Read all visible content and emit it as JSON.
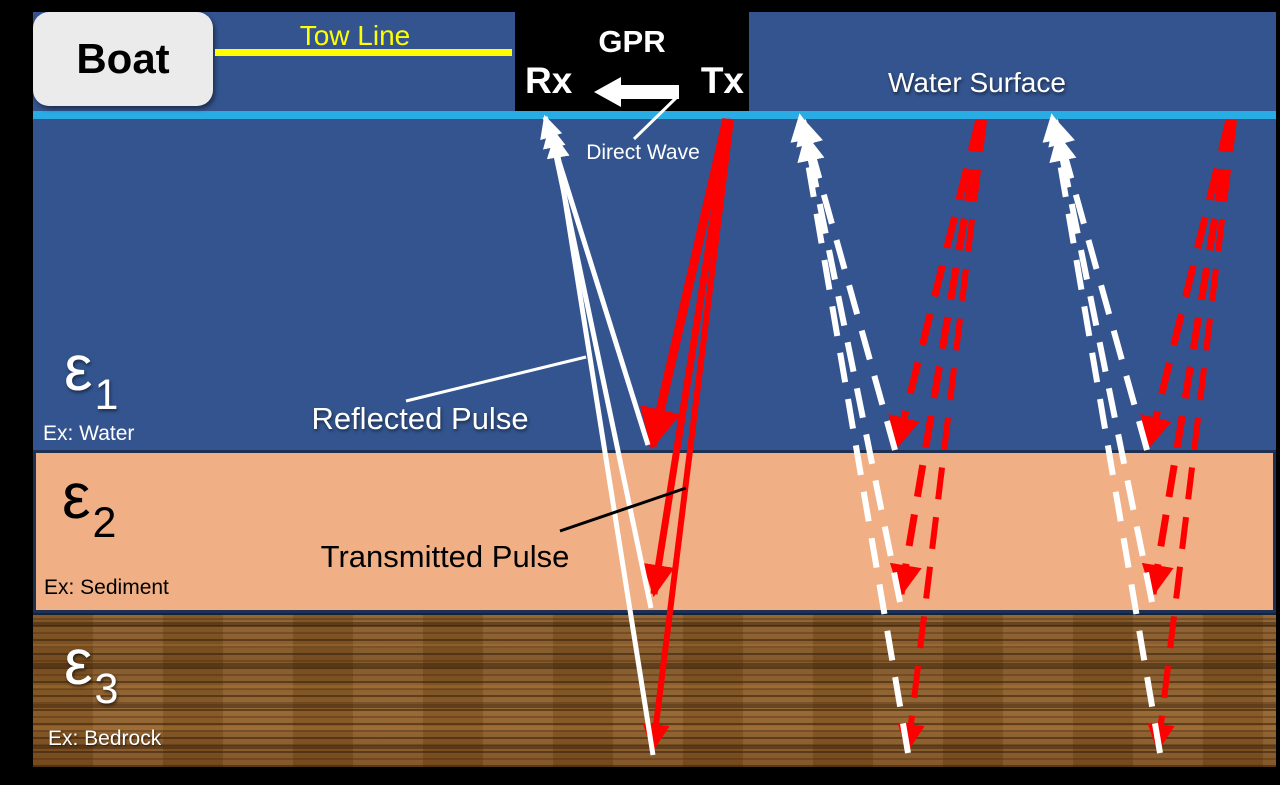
{
  "boat": {
    "label": "Boat"
  },
  "tow_line": {
    "label": "Tow Line"
  },
  "gpr": {
    "label": "GPR",
    "rx": "Rx",
    "tx": "Tx"
  },
  "water_surface": {
    "label": "Water Surface"
  },
  "annotations": {
    "direct_wave": "Direct Wave",
    "reflected_pulse": "Reflected Pulse",
    "transmitted_pulse": "Transmitted Pulse"
  },
  "layers": [
    {
      "symbol": "ε",
      "subscript": "1",
      "example": "Ex: Water"
    },
    {
      "symbol": "ε",
      "subscript": "2",
      "example": "Ex: Sediment"
    },
    {
      "symbol": "ε",
      "subscript": "3",
      "example": "Ex: Bedrock"
    }
  ],
  "colors": {
    "frame": "#000000",
    "water_layer": "#33548E",
    "sediment_layer": "#F0AF84",
    "bedrock_base": "#8A5A28",
    "water_surface_line": "#29ABE3",
    "tow_line": "#FFFF00",
    "downgoing_pulse": "#FF0000",
    "upgoing_pulse": "#FFFFFF"
  }
}
